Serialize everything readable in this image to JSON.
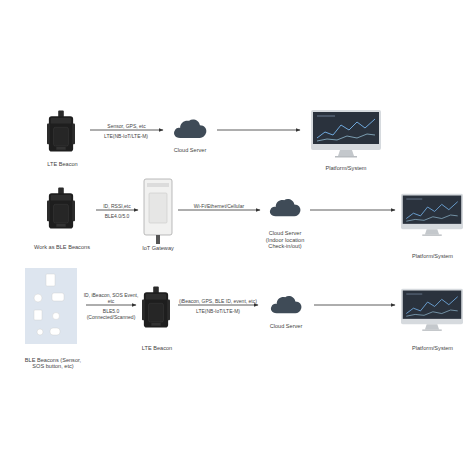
{
  "diagram": {
    "nodes": [
      {
        "text": [
          "LTE Beacon"
        ]
      },
      {
        "text": [
          "Cloud Server"
        ]
      },
      {
        "text": [
          "Platform/System"
        ]
      },
      {
        "text": [
          "Work as BLE Beacons"
        ]
      },
      {
        "text": [
          "IoT Gateway"
        ]
      },
      {
        "text": [
          "Cloud Server (Indoor location Check-in/out)"
        ]
      },
      {
        "text": [
          "Platform/System"
        ]
      },
      {
        "text": [
          "BLE Beacons (Sensor, SOS button, etc)"
        ]
      },
      {
        "text": [
          "LTE Beacon"
        ]
      },
      {
        "text": [
          "Cloud Server"
        ]
      },
      {
        "text": [
          "Platform/System"
        ]
      }
    ],
    "edges": [
      {
        "from": 0,
        "to": 1,
        "label": "Sensor, GPS, etc",
        "arrow": "to"
      },
      {
        "from": 1,
        "to": 2,
        "arrow": "to"
      },
      {
        "from": 3,
        "to": 4,
        "label": "ID, RSSI,etc",
        "arrow": "to"
      },
      {
        "from": 4,
        "to": 5,
        "label": "Wi-Fi/Ethernet/Cellular",
        "arrow": "to"
      },
      {
        "from": 5,
        "to": 6,
        "arrow": "to"
      },
      {
        "from": 7,
        "to": 8,
        "label": "ID, iBeacon, SOS Event, etc",
        "arrow": "to"
      },
      {
        "from": 8,
        "to": 9,
        "label": "(iBeacon, GPS, BLE ID, event, etc)",
        "arrow": "to"
      },
      {
        "from": 9,
        "to": 10,
        "arrow": "to"
      }
    ],
    "labels": [
      "LTE(NB-IoT/LTE-M)",
      "BLE4.0/5.0",
      "BLE5.0 (Connected/Scanned)",
      "LTE(NB-IoT/LTE-M)"
    ]
  }
}
